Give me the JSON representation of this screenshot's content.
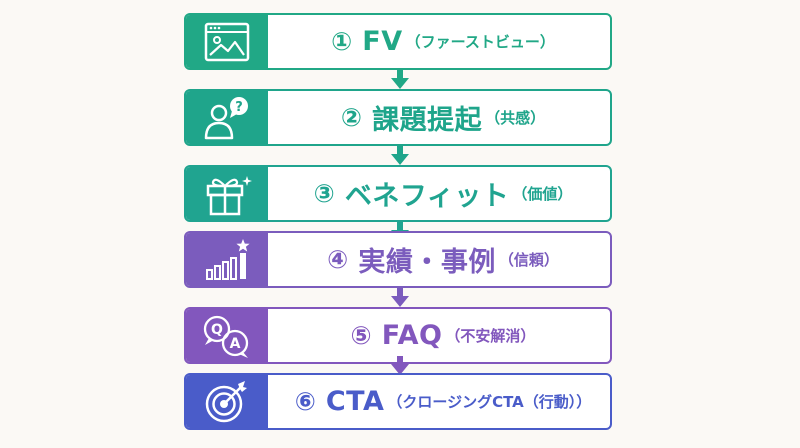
{
  "steps": [
    {
      "num": "①",
      "title": "FV",
      "sub": "（ファーストビュー）",
      "color": "#21a886",
      "icon": "image-icon"
    },
    {
      "num": "②",
      "title": "課題提起",
      "sub": "（共感）",
      "color": "#1fa58b",
      "icon": "person-question-icon"
    },
    {
      "num": "③",
      "title": "ベネフィット",
      "sub": "（価値）",
      "color": "#20a490",
      "icon": "gift-icon"
    },
    {
      "num": "④",
      "title": "実績・事例",
      "sub": "（信頼）",
      "color": "#7b5cbd",
      "icon": "bar-chart-star-icon"
    },
    {
      "num": "⑤",
      "title": "FAQ",
      "sub": "（不安解消）",
      "color": "#8257bd",
      "icon": "qa-bubbles-icon"
    },
    {
      "num": "⑥",
      "title": "CTA",
      "sub": "（クロージングCTA（行動））",
      "color": "#4a5cc9",
      "icon": "target-icon"
    }
  ]
}
